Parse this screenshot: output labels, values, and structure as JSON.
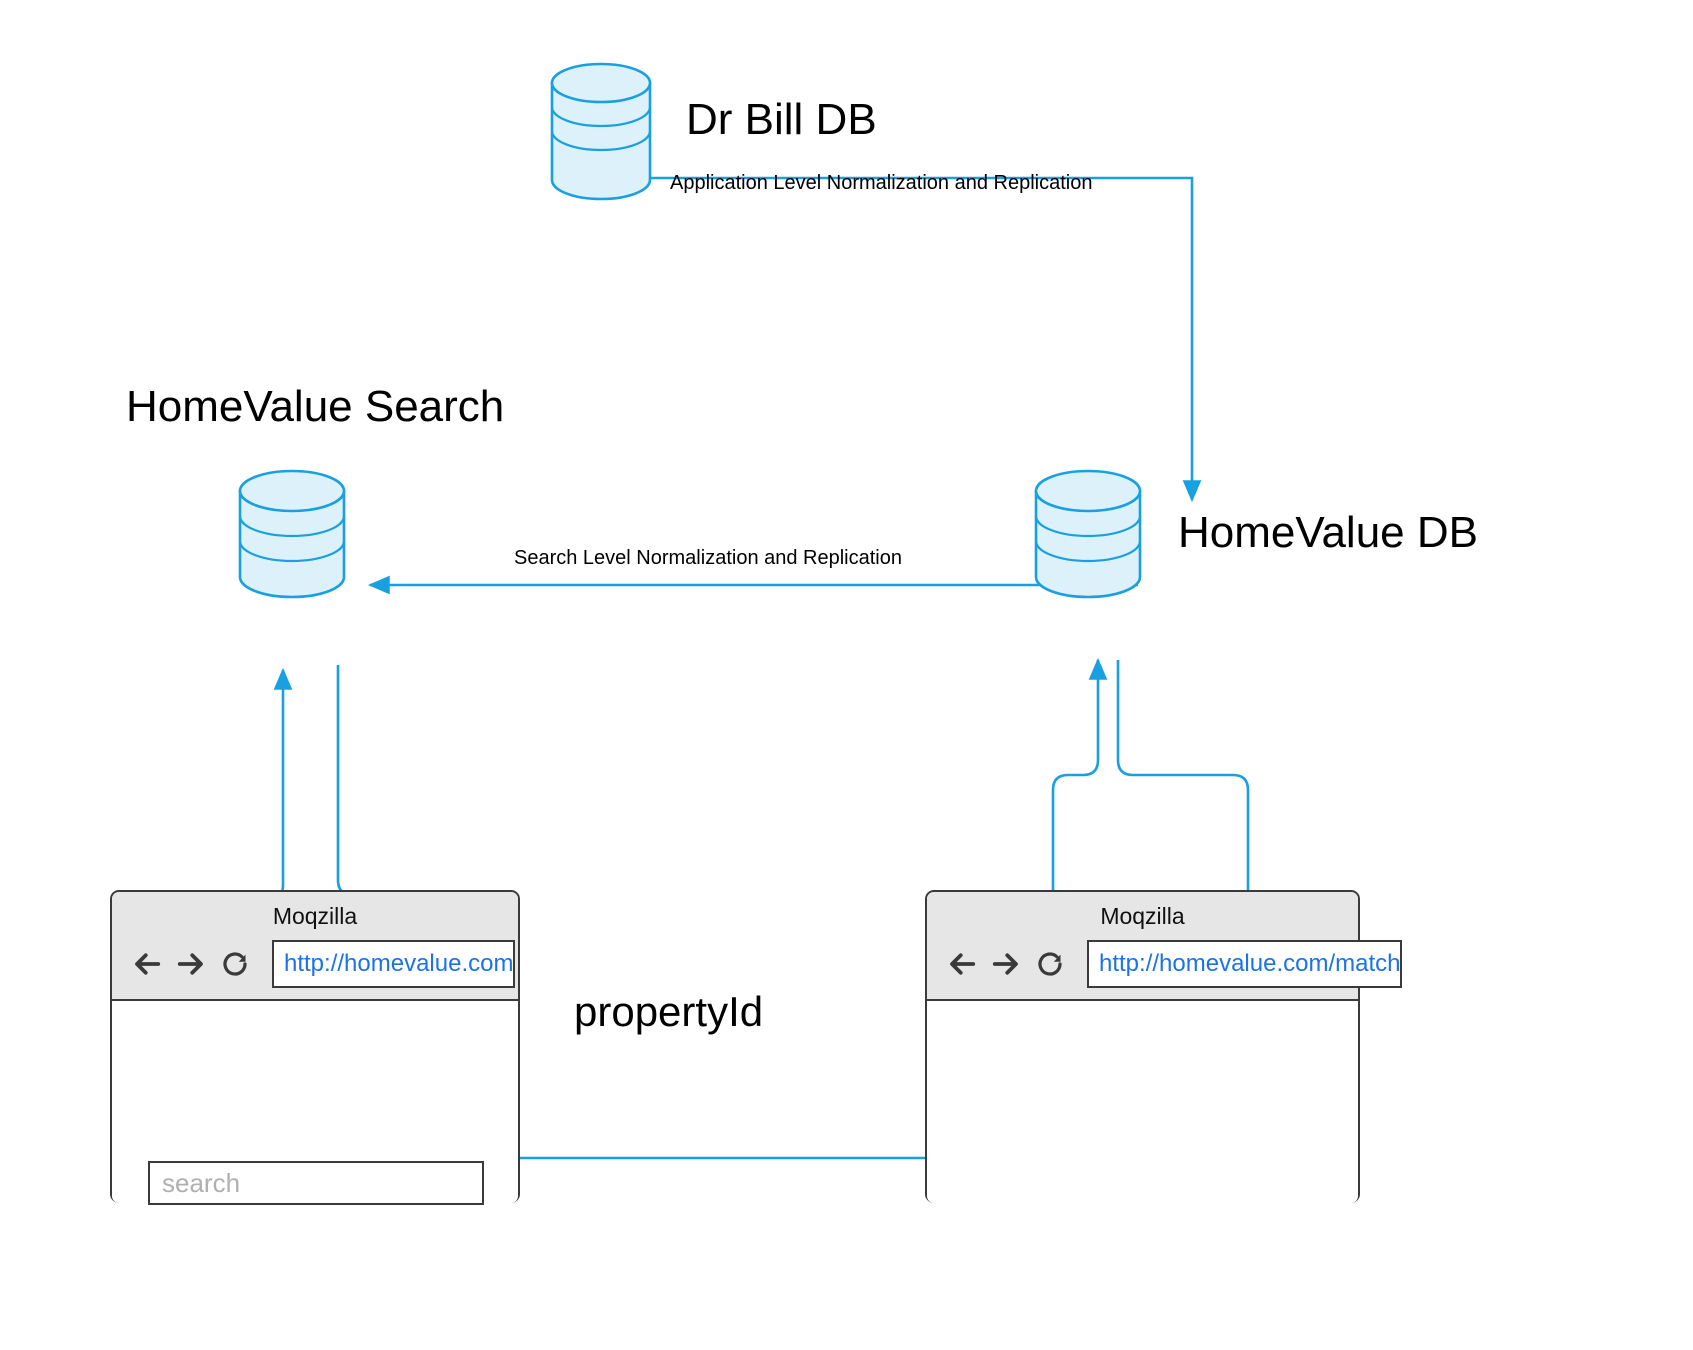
{
  "diagram": {
    "title_dr_bill_db": "Dr Bill DB",
    "title_homevalue_search": "HomeValue Search",
    "title_homevalue_db": "HomeValue DB",
    "edge_app_level": "Application Level Normalization and Replication",
    "edge_search_level": "Search Level Normalization and Replication",
    "flow_property_id": "propertyId",
    "accent_color": "#19a0e0",
    "cylinder_fill": "#ddf1fb",
    "chrome_color": "#e6e6e6",
    "link_color": "#1a73e8",
    "placeholder_color": "#b0b0b0"
  },
  "browser_left": {
    "title": "Moqzilla",
    "url": "http://homevalue.com",
    "back_icon": "arrow-left-icon",
    "forward_icon": "arrow-right-icon",
    "reload_icon": "reload-icon",
    "search_placeholder": "search",
    "search_value": ""
  },
  "browser_right": {
    "title": "Moqzilla",
    "url": "http://homevalue.com/match",
    "back_icon": "arrow-left-icon",
    "forward_icon": "arrow-right-icon",
    "reload_icon": "reload-icon"
  },
  "nodes": [
    {
      "name": "dr-bill-db",
      "type": "database-cylinder"
    },
    {
      "name": "homevalue-search-db",
      "type": "database-cylinder"
    },
    {
      "name": "homevalue-db",
      "type": "database-cylinder"
    }
  ]
}
